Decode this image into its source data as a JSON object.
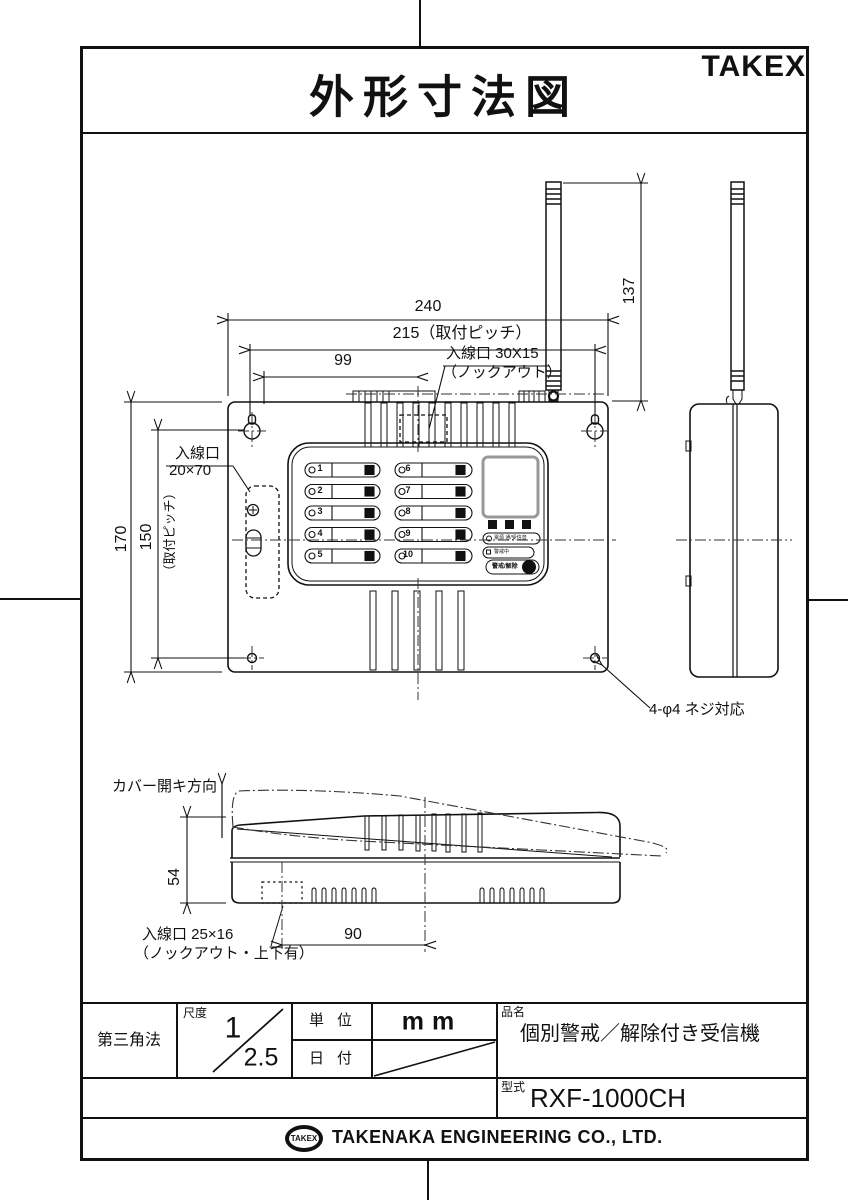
{
  "header": {
    "title": "外形寸法図",
    "brand": "TAKEX"
  },
  "dimensions": {
    "overall_width": "240",
    "mount_pitch_h": "215（取付ピッチ）",
    "inlet_offset": "99",
    "antenna_height": "137",
    "overall_height": "170",
    "mount_pitch_v": "150",
    "mount_pitch_v_note": "（取付ピッチ）",
    "side_height": "54",
    "bottom_offset": "90"
  },
  "labels": {
    "inlet_top_line1": "入線口 30X15",
    "inlet_top_line2": "（ノックアウト）",
    "inlet_left_line1": "入線口",
    "inlet_left_line2": "20×70",
    "screw_note": "4-φ4 ネジ対応",
    "cover_direction": "カバー開キ方向",
    "inlet_bottom_line1": "入線口 25×16",
    "inlet_bottom_line2": "（ノックアウト・上下有）"
  },
  "panel": {
    "channels": [
      "1",
      "2",
      "3",
      "4",
      "5",
      "6",
      "7",
      "8",
      "9",
      "10"
    ],
    "indicator1": "電源 通/受信音",
    "indicator2": "警戒中",
    "button_label": "警戒/解除"
  },
  "title_block": {
    "projection": "第三角法",
    "scale_label": "尺度",
    "scale_numerator": "1",
    "scale_denominator": "2.5",
    "unit_label": "単位",
    "unit_value": "mm",
    "date_label": "日付",
    "product_label": "品名",
    "product_value": "個別警戒／解除付き受信機",
    "model_label": "型式",
    "model_value": "RXF-1000CH"
  },
  "footer": {
    "logo_text": "TAKEX",
    "company": "TAKENAKA ENGINEERING CO., LTD."
  }
}
